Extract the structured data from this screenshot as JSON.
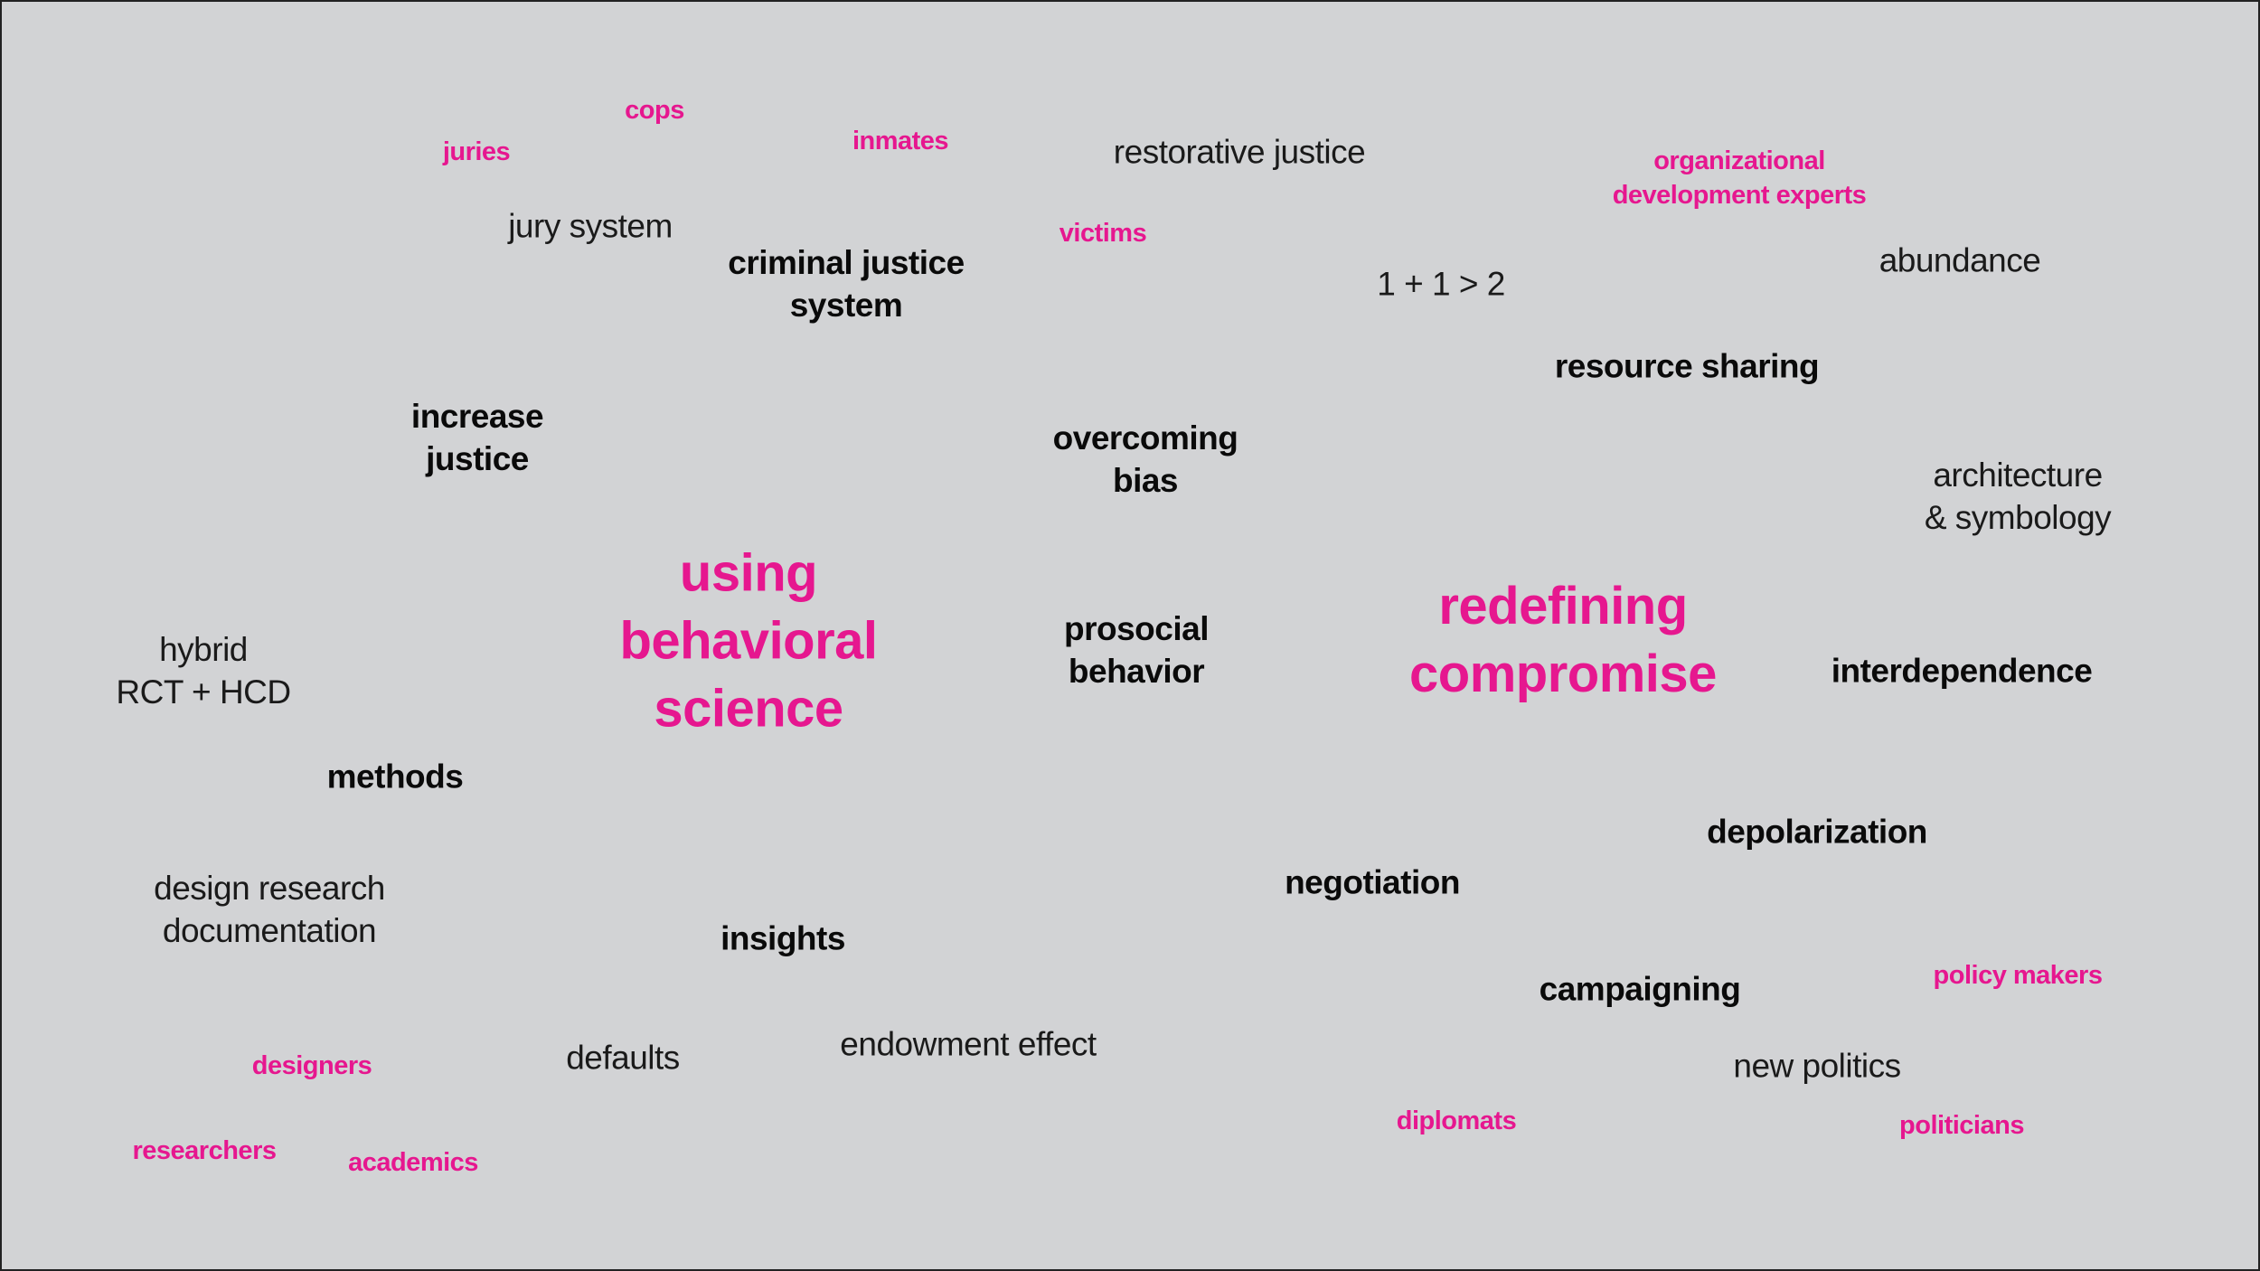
{
  "diagram": {
    "themes": {
      "using_behavioral_science": "using\nbehavioral\nscience",
      "redefining_compromise": "redefining\ncompromise"
    },
    "bold_terms": {
      "criminal_justice_system": "criminal justice\nsystem",
      "increase_justice": "increase\njustice",
      "overcoming_bias": "overcoming\nbias",
      "prosocial_behavior": "prosocial\nbehavior",
      "resource_sharing": "resource sharing",
      "interdependence": "interdependence",
      "methods": "methods",
      "insights": "insights",
      "negotiation": "negotiation",
      "depolarization": "depolarization",
      "campaigning": "campaigning"
    },
    "light_terms": {
      "restorative_justice": "restorative justice",
      "jury_system": "jury system",
      "one_plus_one": "1 + 1 > 2",
      "abundance": "abundance",
      "architecture_symbology": "architecture\n& symbology",
      "hybrid_rct_hcd": "hybrid\nRCT + HCD",
      "design_research_documentation": "design research\ndocumentation",
      "defaults": "defaults",
      "endowment_effect": "endowment effect",
      "new_politics": "new politics"
    },
    "roles": {
      "cops": "cops",
      "juries": "juries",
      "inmates": "inmates",
      "victims": "victims",
      "organizational_development_experts": "organizational\ndevelopment experts",
      "designers": "designers",
      "researchers": "researchers",
      "academics": "academics",
      "diplomats": "diplomats",
      "policy_makers": "policy makers",
      "politicians": "politicians"
    },
    "colors": {
      "background": "#d2d3d5",
      "accent": "#e6178f",
      "text": "#0a0a0a"
    }
  }
}
